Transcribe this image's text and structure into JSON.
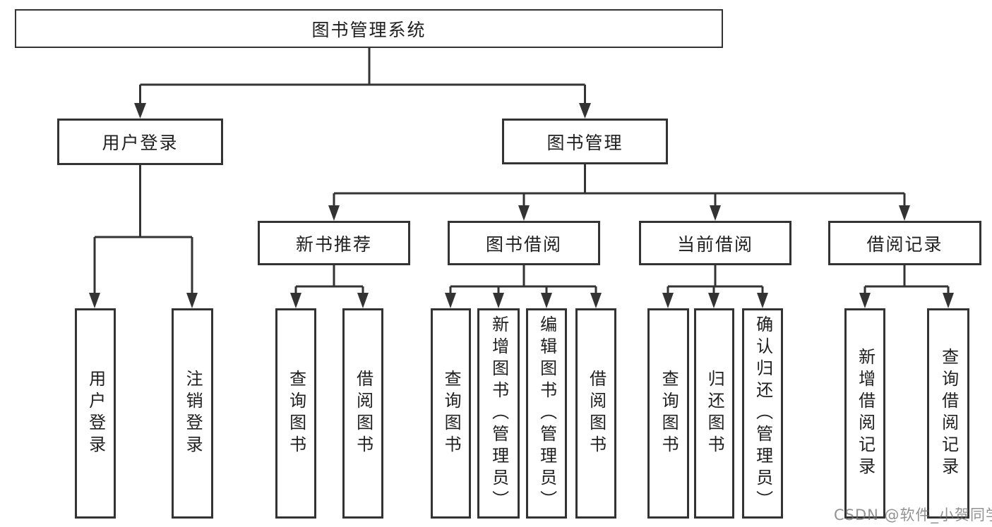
{
  "diagram": {
    "type": "tree",
    "title": "图书管理系统",
    "root": {
      "label": "图书管理系统"
    },
    "level2": [
      {
        "label": "用户登录"
      },
      {
        "label": "图书管理"
      }
    ],
    "level3": [
      {
        "label": "新书推荐"
      },
      {
        "label": "图书借阅"
      },
      {
        "label": "当前借阅"
      },
      {
        "label": "借阅记录"
      }
    ],
    "leaves": {
      "user_login": [
        {
          "label": "用户登录"
        },
        {
          "label": "注销登录"
        }
      ],
      "new_book_recommend": [
        {
          "label": "查询图书"
        },
        {
          "label": "借阅图书"
        }
      ],
      "book_borrow": [
        {
          "label": "查询图书"
        },
        {
          "label": "新增图书（管理员）"
        },
        {
          "label": "编辑图书（管理员）"
        },
        {
          "label": "借阅图书"
        }
      ],
      "current_borrow": [
        {
          "label": "查询图书"
        },
        {
          "label": "归还图书"
        },
        {
          "label": "确认归还（管理员）"
        }
      ],
      "borrow_records": [
        {
          "label": "新增借阅记录"
        },
        {
          "label": "查询借阅记录"
        }
      ]
    },
    "watermark": "CSDN @软件_小贺同学",
    "colors": {
      "line": "#333333",
      "text": "#1f1f1f",
      "background": "#ffffff",
      "watermark": "#a9a9a9"
    }
  }
}
